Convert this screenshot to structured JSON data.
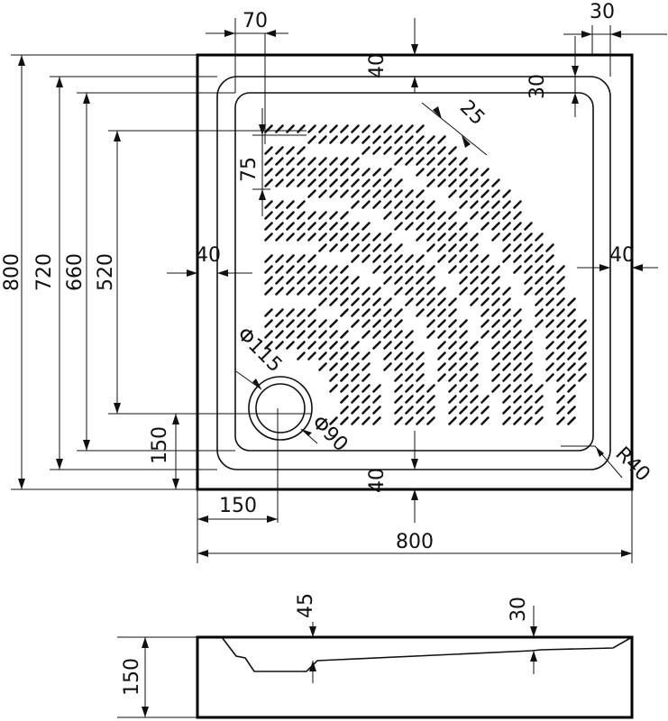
{
  "dimensions": {
    "total_height": "800",
    "outer_rim_height": "720",
    "inner_tray_height": "660",
    "texture_height": "520",
    "drain_offset_y": "150",
    "drain_offset_x": "150",
    "total_width": "800",
    "texture_offset_x": "70",
    "top_edge": "40",
    "bottom_edge": "40",
    "left_edge": "40",
    "right_edge": "40",
    "rim_width": "30",
    "rim_step": "30",
    "slot_pitch": "25",
    "texture_offset_y": "75",
    "drain_outer_dia": "Φ115",
    "drain_inner_dia": "Φ90",
    "corner_radius": "R40",
    "section_height": "150",
    "section_depth_low": "45",
    "section_depth_high": "30"
  },
  "colors": {
    "line": "#111111",
    "background": "#ffffff"
  }
}
